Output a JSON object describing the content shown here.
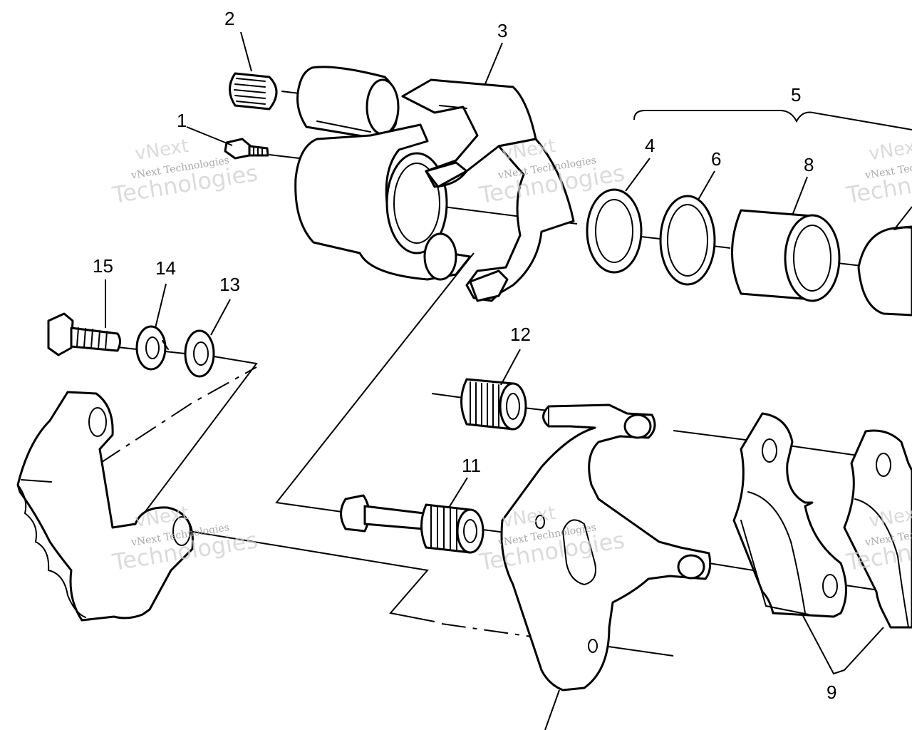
{
  "callouts": [
    {
      "id": "1",
      "label": "1"
    },
    {
      "id": "2",
      "label": "2"
    },
    {
      "id": "3",
      "label": "3"
    },
    {
      "id": "4",
      "label": "4"
    },
    {
      "id": "5",
      "label": "5"
    },
    {
      "id": "6",
      "label": "6"
    },
    {
      "id": "8",
      "label": "8"
    },
    {
      "id": "9",
      "label": "9"
    },
    {
      "id": "11",
      "label": "11"
    },
    {
      "id": "12",
      "label": "12"
    },
    {
      "id": "13",
      "label": "13"
    },
    {
      "id": "14",
      "label": "14"
    },
    {
      "id": "15",
      "label": "15"
    }
  ],
  "watermark": {
    "line1": "vNext",
    "line2": "vNext Technologies",
    "line3": "Technologies"
  }
}
